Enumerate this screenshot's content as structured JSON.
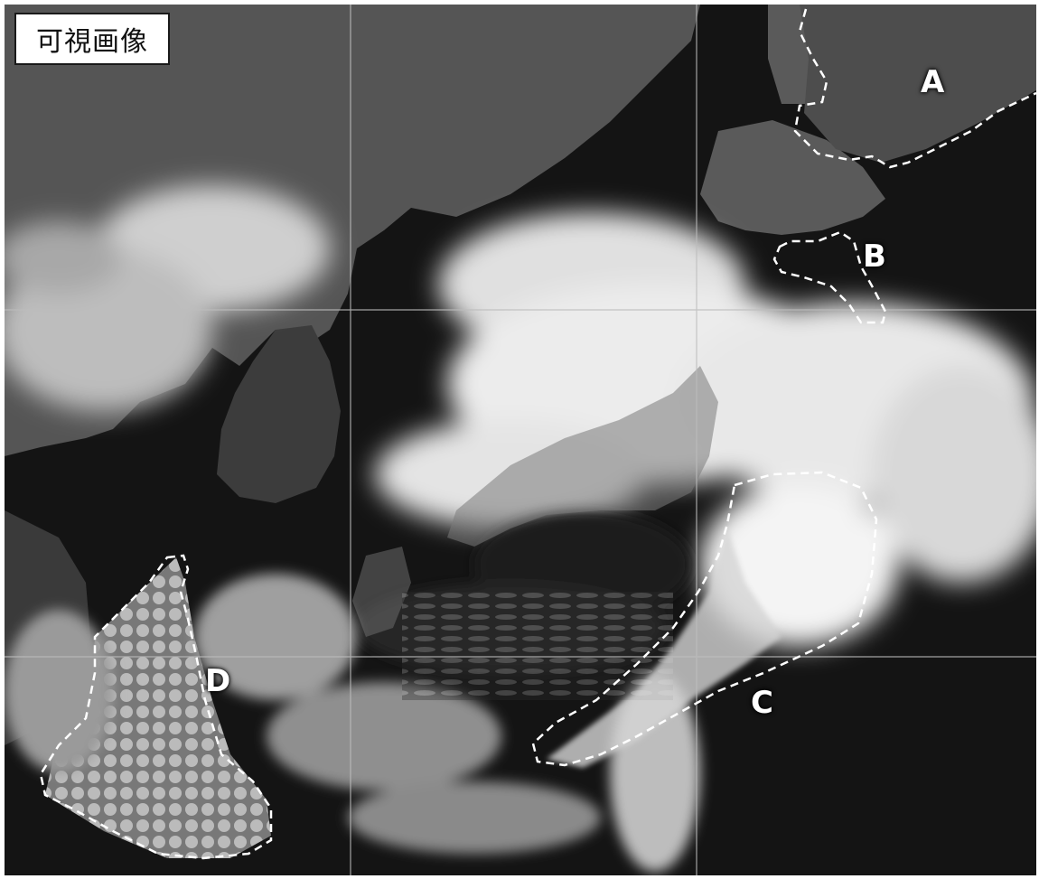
{
  "image": {
    "title": "可視画像",
    "description_type": "satellite-visible-imagery",
    "regions": [
      {
        "id": "A",
        "label": "A"
      },
      {
        "id": "B",
        "label": "B"
      },
      {
        "id": "C",
        "label": "C"
      },
      {
        "id": "D",
        "label": "D"
      }
    ],
    "colors": {
      "background": "#101010",
      "land": "#4a4a4a",
      "cloud": "#f2f2f2",
      "grid": "#bdbdbd",
      "outline": "#ffffff"
    }
  }
}
